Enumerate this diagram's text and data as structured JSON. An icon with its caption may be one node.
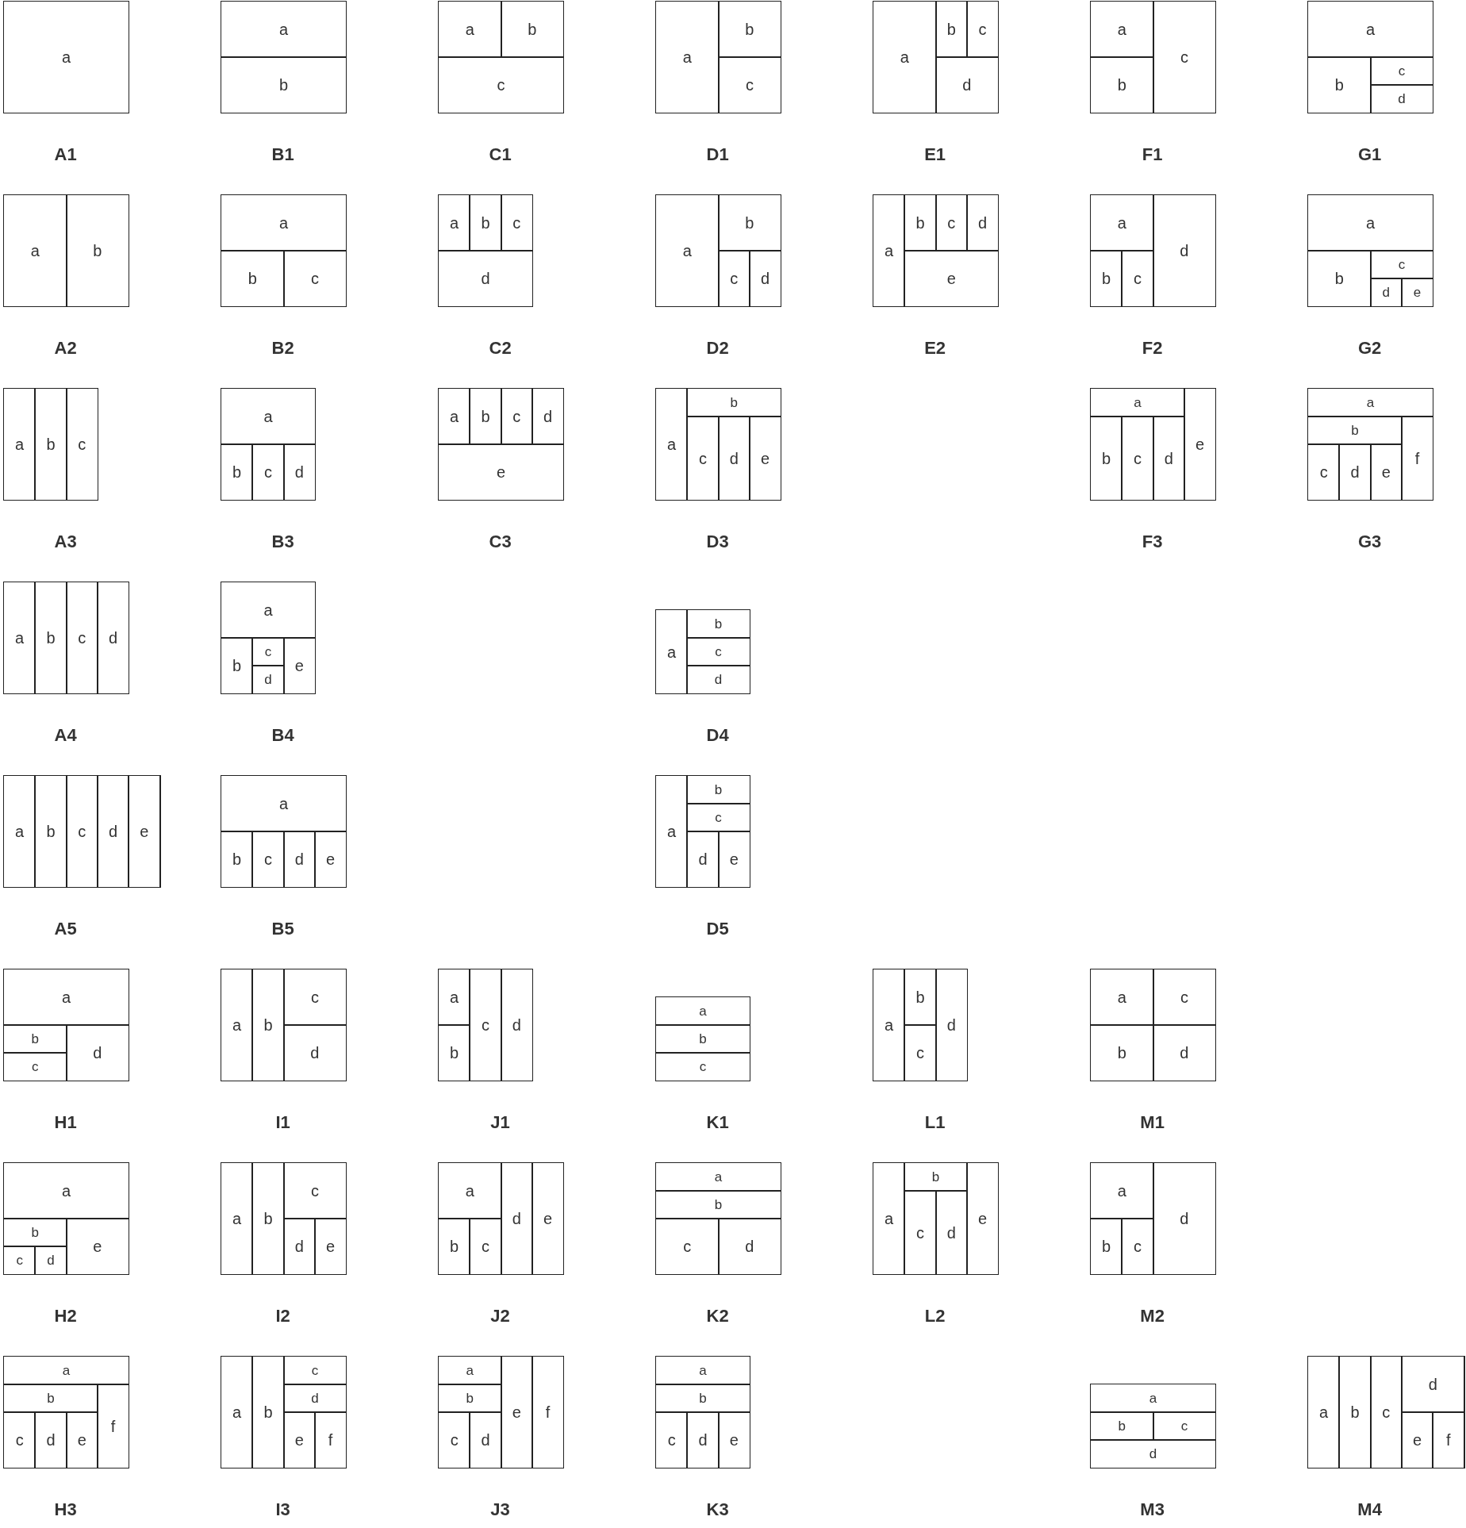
{
  "diagram": {
    "nodes": [
      {
        "text": [
          "A1"
        ]
      },
      {
        "text": [
          "a"
        ],
        "in": 0
      },
      {
        "text": [
          "B1"
        ]
      },
      {
        "text": [
          "a"
        ],
        "in": 2
      },
      {
        "text": [
          "b"
        ],
        "in": 2
      },
      {
        "text": [
          "C1"
        ]
      },
      {
        "text": [
          "a"
        ],
        "in": 5
      },
      {
        "text": [
          "b"
        ],
        "in": 5
      },
      {
        "text": [
          "c"
        ],
        "in": 5
      },
      {
        "text": [
          "D1"
        ]
      },
      {
        "text": [
          "a"
        ],
        "in": 9
      },
      {
        "text": [
          "b"
        ],
        "in": 9
      },
      {
        "text": [
          "c"
        ],
        "in": 9
      },
      {
        "text": [
          "E1"
        ]
      },
      {
        "text": [
          "a"
        ],
        "in": 13
      },
      {
        "text": [
          "b"
        ],
        "in": 13
      },
      {
        "text": [
          "c"
        ],
        "in": 13
      },
      {
        "text": [
          "d"
        ],
        "in": 13
      },
      {
        "text": [
          "F1"
        ]
      },
      {
        "text": [
          "a"
        ],
        "in": 18
      },
      {
        "text": [
          "b"
        ],
        "in": 18
      },
      {
        "text": [
          "c"
        ],
        "in": 18
      },
      {
        "text": [
          "G1"
        ]
      },
      {
        "text": [
          "a"
        ],
        "in": 22
      },
      {
        "text": [
          "b"
        ],
        "in": 22
      },
      {
        "text": [
          "c"
        ],
        "in": 22
      },
      {
        "text": [
          "d"
        ],
        "in": 22
      },
      {
        "text": [
          "A2"
        ]
      },
      {
        "text": [
          "a"
        ],
        "in": 27
      },
      {
        "text": [
          "b"
        ],
        "in": 27
      },
      {
        "text": [
          "B2"
        ]
      },
      {
        "text": [
          "a"
        ],
        "in": 30
      },
      {
        "text": [
          "b"
        ],
        "in": 30
      },
      {
        "text": [
          "c"
        ],
        "in": 30
      },
      {
        "text": [
          "C2"
        ]
      },
      {
        "text": [
          "a"
        ],
        "in": 34
      },
      {
        "text": [
          "b"
        ],
        "in": 34
      },
      {
        "text": [
          "c"
        ],
        "in": 34
      },
      {
        "text": [
          "d"
        ],
        "in": 34
      },
      {
        "text": [
          "D2"
        ]
      },
      {
        "text": [
          "a"
        ],
        "in": 39
      },
      {
        "text": [
          "b"
        ],
        "in": 39
      },
      {
        "text": [
          "c"
        ],
        "in": 39
      },
      {
        "text": [
          "d"
        ],
        "in": 39
      },
      {
        "text": [
          "E2"
        ]
      },
      {
        "text": [
          "a"
        ],
        "in": 44
      },
      {
        "text": [
          "b"
        ],
        "in": 44
      },
      {
        "text": [
          "c"
        ],
        "in": 44
      },
      {
        "text": [
          "d"
        ],
        "in": 44
      },
      {
        "text": [
          "e"
        ],
        "in": 44
      },
      {
        "text": [
          "F2"
        ]
      },
      {
        "text": [
          "a"
        ],
        "in": 50
      },
      {
        "text": [
          "b"
        ],
        "in": 50
      },
      {
        "text": [
          "c"
        ],
        "in": 50
      },
      {
        "text": [
          "d"
        ],
        "in": 50
      },
      {
        "text": [
          "G2"
        ]
      },
      {
        "text": [
          "a"
        ],
        "in": 55
      },
      {
        "text": [
          "b"
        ],
        "in": 55
      },
      {
        "text": [
          "c"
        ],
        "in": 55
      },
      {
        "text": [
          "d"
        ],
        "in": 55
      },
      {
        "text": [
          "e"
        ],
        "in": 55
      },
      {
        "text": [
          "A3"
        ]
      },
      {
        "text": [
          "a"
        ],
        "in": 61
      },
      {
        "text": [
          "b"
        ],
        "in": 61
      },
      {
        "text": [
          "c"
        ],
        "in": 61
      },
      {
        "text": [
          "B3"
        ]
      },
      {
        "text": [
          "a"
        ],
        "in": 65
      },
      {
        "text": [
          "b"
        ],
        "in": 65
      },
      {
        "text": [
          "c"
        ],
        "in": 65
      },
      {
        "text": [
          "d"
        ],
        "in": 65
      },
      {
        "text": [
          "C3"
        ]
      },
      {
        "text": [
          "a"
        ],
        "in": 70
      },
      {
        "text": [
          "b"
        ],
        "in": 70
      },
      {
        "text": [
          "c"
        ],
        "in": 70
      },
      {
        "text": [
          "d"
        ],
        "in": 70
      },
      {
        "text": [
          "e"
        ],
        "in": 70
      },
      {
        "text": [
          "D3"
        ]
      },
      {
        "text": [
          "a"
        ],
        "in": 76
      },
      {
        "text": [
          "b"
        ],
        "in": 76
      },
      {
        "text": [
          "c"
        ],
        "in": 76
      },
      {
        "text": [
          "d"
        ],
        "in": 76
      },
      {
        "text": [
          "e"
        ],
        "in": 76
      },
      {
        "text": [
          "F3"
        ]
      },
      {
        "text": [
          "a"
        ],
        "in": 82
      },
      {
        "text": [
          "b"
        ],
        "in": 82
      },
      {
        "text": [
          "c"
        ],
        "in": 82
      },
      {
        "text": [
          "d"
        ],
        "in": 82
      },
      {
        "text": [
          "e"
        ],
        "in": 82
      },
      {
        "text": [
          "G3"
        ]
      },
      {
        "text": [
          "a"
        ],
        "in": 88
      },
      {
        "text": [
          "b"
        ],
        "in": 88
      },
      {
        "text": [
          "c"
        ],
        "in": 88
      },
      {
        "text": [
          "d"
        ],
        "in": 88
      },
      {
        "text": [
          "e"
        ],
        "in": 88
      },
      {
        "text": [
          "f"
        ],
        "in": 88
      },
      {
        "text": [
          "A4"
        ]
      },
      {
        "text": [
          "a"
        ],
        "in": 95
      },
      {
        "text": [
          "b"
        ],
        "in": 95
      },
      {
        "text": [
          "c"
        ],
        "in": 95
      },
      {
        "text": [
          "d"
        ],
        "in": 95
      },
      {
        "text": [
          "B4"
        ]
      },
      {
        "text": [
          "a"
        ],
        "in": 100
      },
      {
        "text": [
          "b"
        ],
        "in": 100
      },
      {
        "text": [
          "c"
        ],
        "in": 100
      },
      {
        "text": [
          "d"
        ],
        "in": 100
      },
      {
        "text": [
          "e"
        ],
        "in": 100
      },
      {
        "text": [
          "D4"
        ]
      },
      {
        "text": [
          "a"
        ],
        "in": 106
      },
      {
        "text": [
          "b"
        ],
        "in": 106
      },
      {
        "text": [
          "c"
        ],
        "in": 106
      },
      {
        "text": [
          "d"
        ],
        "in": 106
      },
      {
        "text": [
          "A5"
        ]
      },
      {
        "text": [
          "a"
        ],
        "in": 111
      },
      {
        "text": [
          "b"
        ],
        "in": 111
      },
      {
        "text": [
          "c"
        ],
        "in": 111
      },
      {
        "text": [
          "d"
        ],
        "in": 111
      },
      {
        "text": [
          "e"
        ],
        "in": 111
      },
      {
        "text": [
          "B5"
        ]
      },
      {
        "text": [
          "a"
        ],
        "in": 117
      },
      {
        "text": [
          "b"
        ],
        "in": 117
      },
      {
        "text": [
          "c"
        ],
        "in": 117
      },
      {
        "text": [
          "d"
        ],
        "in": 117
      },
      {
        "text": [
          "e"
        ],
        "in": 117
      },
      {
        "text": [
          "D5"
        ]
      },
      {
        "text": [
          "a"
        ],
        "in": 123
      },
      {
        "text": [
          "b"
        ],
        "in": 123
      },
      {
        "text": [
          "c"
        ],
        "in": 123
      },
      {
        "text": [
          "d"
        ],
        "in": 123
      },
      {
        "text": [
          "e"
        ],
        "in": 123
      },
      {
        "text": [
          "H1"
        ]
      },
      {
        "text": [
          "a"
        ],
        "in": 129
      },
      {
        "text": [
          "b"
        ],
        "in": 129
      },
      {
        "text": [
          "c"
        ],
        "in": 129
      },
      {
        "text": [
          "d"
        ],
        "in": 129
      },
      {
        "text": [
          "I1"
        ]
      },
      {
        "text": [
          "a"
        ],
        "in": 134
      },
      {
        "text": [
          "b"
        ],
        "in": 134
      },
      {
        "text": [
          "c"
        ],
        "in": 134
      },
      {
        "text": [
          "d"
        ],
        "in": 134
      },
      {
        "text": [
          "J1"
        ]
      },
      {
        "text": [
          "a"
        ],
        "in": 139
      },
      {
        "text": [
          "b"
        ],
        "in": 139
      },
      {
        "text": [
          "c"
        ],
        "in": 139
      },
      {
        "text": [
          "d"
        ],
        "in": 139
      },
      {
        "text": [
          "K1"
        ]
      },
      {
        "text": [
          "a"
        ],
        "in": 144
      },
      {
        "text": [
          "b"
        ],
        "in": 144
      },
      {
        "text": [
          "c"
        ],
        "in": 144
      },
      {
        "text": [
          "L1"
        ]
      },
      {
        "text": [
          "a"
        ],
        "in": 148
      },
      {
        "text": [
          "b"
        ],
        "in": 148
      },
      {
        "text": [
          "c"
        ],
        "in": 148
      },
      {
        "text": [
          "d"
        ],
        "in": 148
      },
      {
        "text": [
          "M1"
        ]
      },
      {
        "text": [
          "a"
        ],
        "in": 153
      },
      {
        "text": [
          "b"
        ],
        "in": 153
      },
      {
        "text": [
          "c"
        ],
        "in": 153
      },
      {
        "text": [
          "d"
        ],
        "in": 153
      },
      {
        "text": [
          "H2"
        ]
      },
      {
        "text": [
          "a"
        ],
        "in": 158
      },
      {
        "text": [
          "b"
        ],
        "in": 158
      },
      {
        "text": [
          "c"
        ],
        "in": 158
      },
      {
        "text": [
          "d"
        ],
        "in": 158
      },
      {
        "text": [
          "e"
        ],
        "in": 158
      },
      {
        "text": [
          "I2"
        ]
      },
      {
        "text": [
          "a"
        ],
        "in": 164
      },
      {
        "text": [
          "b"
        ],
        "in": 164
      },
      {
        "text": [
          "c"
        ],
        "in": 164
      },
      {
        "text": [
          "d"
        ],
        "in": 164
      },
      {
        "text": [
          "e"
        ],
        "in": 164
      },
      {
        "text": [
          "J2"
        ]
      },
      {
        "text": [
          "a"
        ],
        "in": 170
      },
      {
        "text": [
          "b"
        ],
        "in": 170
      },
      {
        "text": [
          "c"
        ],
        "in": 170
      },
      {
        "text": [
          "d"
        ],
        "in": 170
      },
      {
        "text": [
          "e"
        ],
        "in": 170
      },
      {
        "text": [
          "K2"
        ]
      },
      {
        "text": [
          "a"
        ],
        "in": 176
      },
      {
        "text": [
          "b"
        ],
        "in": 176
      },
      {
        "text": [
          "c"
        ],
        "in": 176
      },
      {
        "text": [
          "d"
        ],
        "in": 176
      },
      {
        "text": [
          "L2"
        ]
      },
      {
        "text": [
          "a"
        ],
        "in": 181
      },
      {
        "text": [
          "b"
        ],
        "in": 181
      },
      {
        "text": [
          "c"
        ],
        "in": 181
      },
      {
        "text": [
          "d"
        ],
        "in": 181
      },
      {
        "text": [
          "e"
        ],
        "in": 181
      },
      {
        "text": [
          "M2"
        ]
      },
      {
        "text": [
          "a"
        ],
        "in": 187
      },
      {
        "text": [
          "b"
        ],
        "in": 187
      },
      {
        "text": [
          "c"
        ],
        "in": 187
      },
      {
        "text": [
          "d"
        ],
        "in": 187
      },
      {
        "text": [
          "H3"
        ]
      },
      {
        "text": [
          "a"
        ],
        "in": 192
      },
      {
        "text": [
          "b"
        ],
        "in": 192
      },
      {
        "text": [
          "c"
        ],
        "in": 192
      },
      {
        "text": [
          "d"
        ],
        "in": 192
      },
      {
        "text": [
          "e"
        ],
        "in": 192
      },
      {
        "text": [
          "f"
        ],
        "in": 192
      },
      {
        "text": [
          "I3"
        ]
      },
      {
        "text": [
          "a"
        ],
        "in": 199
      },
      {
        "text": [
          "b"
        ],
        "in": 199
      },
      {
        "text": [
          "c"
        ],
        "in": 199
      },
      {
        "text": [
          "d"
        ],
        "in": 199
      },
      {
        "text": [
          "e"
        ],
        "in": 199
      },
      {
        "text": [
          "f"
        ],
        "in": 199
      },
      {
        "text": [
          "J3"
        ]
      },
      {
        "text": [
          "a"
        ],
        "in": 206
      },
      {
        "text": [
          "b"
        ],
        "in": 206
      },
      {
        "text": [
          "c"
        ],
        "in": 206
      },
      {
        "text": [
          "d"
        ],
        "in": 206
      },
      {
        "text": [
          "e"
        ],
        "in": 206
      },
      {
        "text": [
          "f"
        ],
        "in": 206
      },
      {
        "text": [
          "K3"
        ]
      },
      {
        "text": [
          "a"
        ],
        "in": 213
      },
      {
        "text": [
          "b"
        ],
        "in": 213
      },
      {
        "text": [
          "c"
        ],
        "in": 213
      },
      {
        "text": [
          "d"
        ],
        "in": 213
      },
      {
        "text": [
          "e"
        ],
        "in": 213
      },
      {
        "text": [
          "M3"
        ]
      },
      {
        "text": [
          "a"
        ],
        "in": 219
      },
      {
        "text": [
          "b"
        ],
        "in": 219
      },
      {
        "text": [
          "c"
        ],
        "in": 219
      },
      {
        "text": [
          "d"
        ],
        "in": 219
      },
      {
        "text": [
          "M4"
        ]
      },
      {
        "text": [
          "a"
        ],
        "in": 224
      },
      {
        "text": [
          "b"
        ],
        "in": 224
      },
      {
        "text": [
          "c"
        ],
        "in": 224
      },
      {
        "text": [
          "d"
        ],
        "in": 224
      },
      {
        "text": [
          "e"
        ],
        "in": 224
      },
      {
        "text": [
          "f"
        ],
        "in": 224
      }
    ]
  }
}
